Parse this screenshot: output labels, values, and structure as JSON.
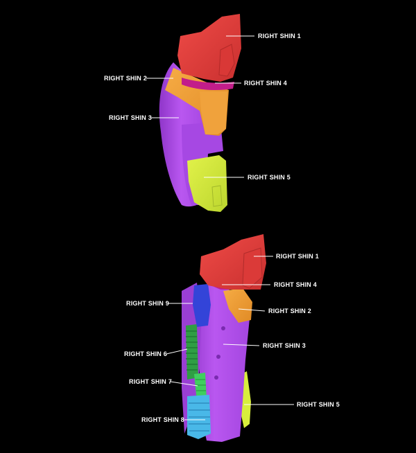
{
  "diagrams": [
    {
      "view": "top",
      "labels": [
        {
          "id": "shin1",
          "text": "RIGHT SHIN 1"
        },
        {
          "id": "shin2",
          "text": "RIGHT SHIN 2"
        },
        {
          "id": "shin4",
          "text": "RIGHT SHIN 4"
        },
        {
          "id": "shin3",
          "text": "RIGHT SHIN 3"
        },
        {
          "id": "shin5",
          "text": "RIGHT SHIN 5"
        }
      ]
    },
    {
      "view": "bottom",
      "labels": [
        {
          "id": "shin1",
          "text": "RIGHT SHIN 1"
        },
        {
          "id": "shin4",
          "text": "RIGHT SHIN 4"
        },
        {
          "id": "shin9",
          "text": "RIGHT SHIN 9"
        },
        {
          "id": "shin2",
          "text": "RIGHT SHIN 2"
        },
        {
          "id": "shin3",
          "text": "RIGHT SHIN 3"
        },
        {
          "id": "shin6",
          "text": "RIGHT SHIN 6"
        },
        {
          "id": "shin7",
          "text": "RIGHT SHIN 7"
        },
        {
          "id": "shin5",
          "text": "RIGHT SHIN 5"
        },
        {
          "id": "shin8",
          "text": "RIGHT SHIN 8"
        }
      ]
    }
  ],
  "colors": {
    "background": "#000000",
    "shin1": "#e8413f",
    "shin2": "#f2a33a",
    "shin3": "#b455ee",
    "shin4": "#c21d8a",
    "shin5": "#d8ee3c",
    "shin6": "#2f9e44",
    "shin7": "#3fcf5e",
    "shin8": "#49b8e8",
    "shin9": "#3344d8",
    "label_text": "#ffffff",
    "leader_line": "#ffffff"
  }
}
